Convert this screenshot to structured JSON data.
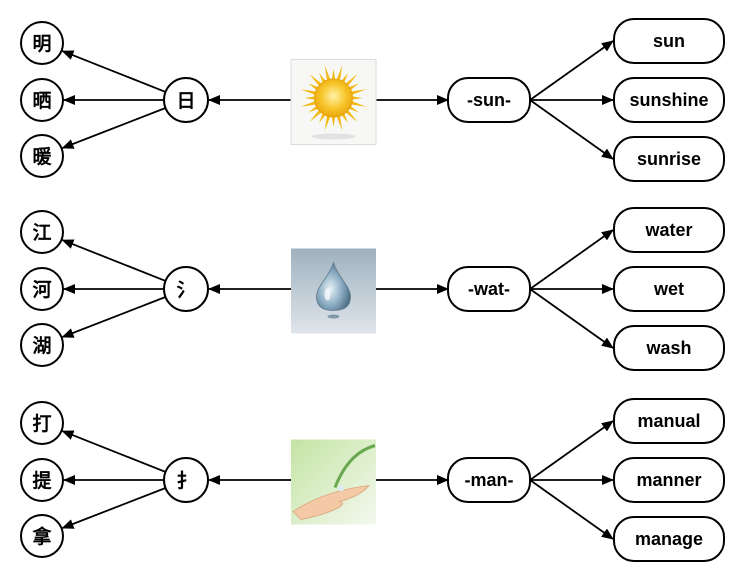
{
  "rows": [
    {
      "picture_icon": "sun-icon",
      "radical": "日",
      "characters": [
        "明",
        "晒",
        "暖"
      ],
      "root": "-sun-",
      "words": [
        "sun",
        "sunshine",
        "sunrise"
      ]
    },
    {
      "picture_icon": "water-drop-icon",
      "radical": "氵",
      "characters": [
        "江",
        "河",
        "湖"
      ],
      "root": "-wat-",
      "words": [
        "water",
        "wet",
        "wash"
      ]
    },
    {
      "picture_icon": "hand-icon",
      "radical": "扌",
      "characters": [
        "打",
        "提",
        "拿"
      ],
      "root": "-man-",
      "words": [
        "manual",
        "manner",
        "manage"
      ]
    }
  ],
  "colors": {
    "sun_core": "#f7c52a",
    "sun_ray": "#f2b915",
    "water_bg": "#b9c5cf",
    "drop": "#8aa8bd",
    "leaf_bg": "#d9ecc4",
    "hand": "#f3c9a6",
    "stem": "#6aa84f"
  }
}
